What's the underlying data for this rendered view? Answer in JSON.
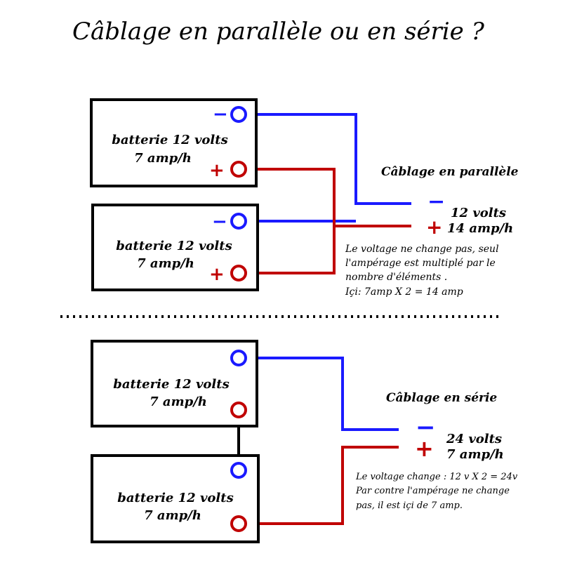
{
  "title": "Câblage en parallèle ou en série ?",
  "colors": {
    "negative": "#1a1aff",
    "positive": "#c00000",
    "link": "#000000"
  },
  "parallel": {
    "heading": "Câblage en parallèle",
    "batteries": [
      {
        "line1": "batterie 12 volts",
        "line2": "7 amp/h",
        "minus": "−",
        "plus": "+"
      },
      {
        "line1": "batterie 12 volts",
        "line2": "7 amp/h",
        "minus": "−",
        "plus": "+"
      }
    ],
    "output": {
      "minus": "−",
      "plus": "+",
      "voltage": "12 volts",
      "capacity": "14 amp/h"
    },
    "note": [
      "Le voltage ne change pas, seul",
      "l'ampérage est multiplé par le",
      "nombre d'éléments .",
      "Içi: 7amp X 2 = 14 amp"
    ]
  },
  "series": {
    "heading": "Câblage en série",
    "batteries": [
      {
        "line1": "batterie 12 volts",
        "line2": "7 amp/h"
      },
      {
        "line1": "batterie 12 volts",
        "line2": "7 amp/h"
      }
    ],
    "output": {
      "minus": "−",
      "plus": "+",
      "voltage": "24 volts",
      "capacity": "7 amp/h"
    },
    "note": [
      "Le voltage  change : 12 v X 2 = 24v",
      "Par contre l'ampérage ne change",
      "pas, il est içi de 7 amp."
    ]
  }
}
